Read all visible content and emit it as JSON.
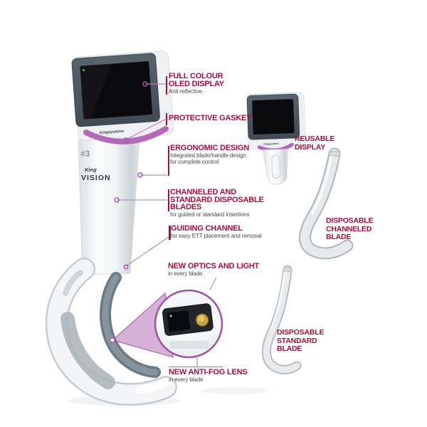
{
  "diagram_title": "King Vision video laryngoscope feature diagram",
  "callouts": {
    "full_colour_oled": {
      "title": "FULL COLOUR OLED DISPLAY",
      "subtitle": "Anti-reflective"
    },
    "protective_gasket": {
      "title": "PROTECTIVE GASKET"
    },
    "ergonomic_design": {
      "title": "ERGONOMIC DESIGN",
      "subtitle": "Integrated blade/handle design for complete control"
    },
    "disposable_blades": {
      "title": "CHANNELED AND STANDARD DISPOSABLE BLADES",
      "subtitle": "for guided or standard insertions"
    },
    "guiding_channel": {
      "title": "GUIDING CHANNEL",
      "subtitle": "for easy ETT placement and removal"
    },
    "new_optics": {
      "title": "NEW OPTICS AND LIGHT",
      "subtitle": "in every blade"
    },
    "anti_fog": {
      "title": "NEW ANTI-FOG LENS",
      "subtitle": "in every blade"
    }
  },
  "side_labels": {
    "reusable_display": "REUSABLE DISPLAY",
    "disposable_channeled": "DISPOSABLE CHANNELED BLADE",
    "disposable_standard": "DISPOSABLE STANDARD BLADE"
  },
  "device_markings": {
    "maker": "Kingsystems",
    "size": "#3",
    "brand_line1": "King",
    "brand_line2": "VISION"
  },
  "colors": {
    "label_red": "#A50F3C",
    "accent_purple": "#A05AA8",
    "gasket_purple": "#B169B8",
    "bezel_gray": "#4E5761",
    "screen_black": "#0B0B0E",
    "led_amber": "#C9A43E",
    "power_led_green": "#57A85C"
  }
}
